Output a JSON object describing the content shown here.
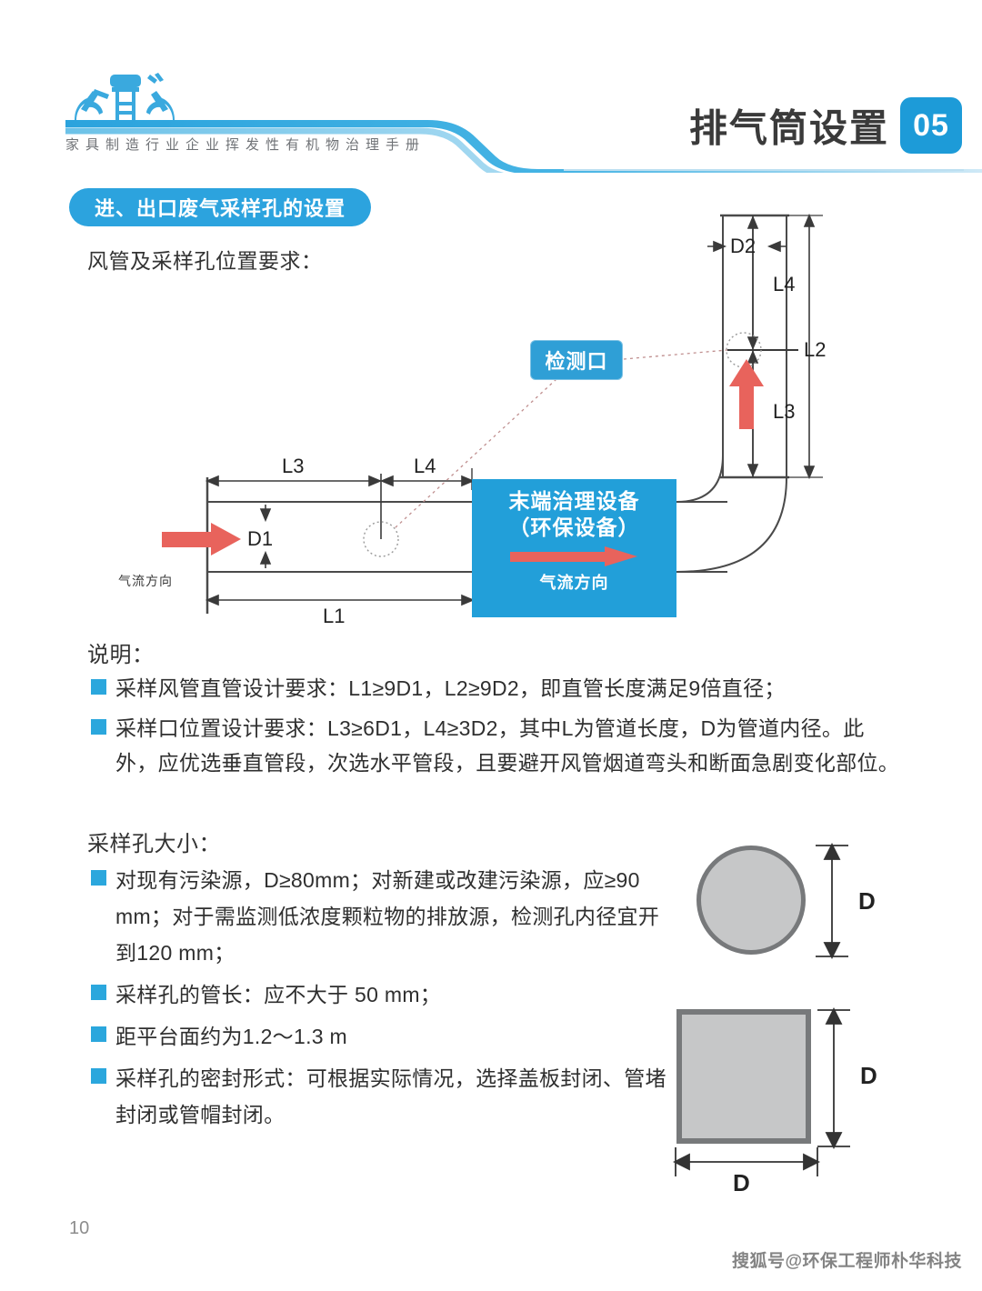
{
  "header": {
    "title": "排气筒设置",
    "badge": "05",
    "subtitle": "家具制造行业企业挥发性有机物治理手册",
    "logo_icon": "robot-arms-chair-logo",
    "accent_color": "#1d9bd8"
  },
  "section": {
    "pill_title": "进、出口废气采样孔的设置",
    "duct_heading": "风管及采样孔位置要求：",
    "note_heading": "说明：",
    "size_heading": "采样孔大小："
  },
  "diagram": {
    "callout_label": "检测口",
    "equipment_box": {
      "line1": "末端治理设备",
      "line2": "（环保设备）",
      "flow_label": "气流方向",
      "arrow_icon": "red-right-arrow",
      "color": "#229fd9"
    },
    "inlet_flow_label": "气流方向",
    "inlet_arrow_icon": "red-right-arrow",
    "vertical_flow_arrow_icon": "red-up-arrow",
    "labels": {
      "d1": "D1",
      "d2": "D2",
      "l1": "L1",
      "l2": "L2",
      "l3_horizontal": "L3",
      "l4_horizontal": "L4",
      "l3_vertical": "L3",
      "l4_vertical": "L4"
    },
    "sampling_port_icon": "dotted-circle-port"
  },
  "notes": [
    "采样风管直管设计要求：L1≥9D1，L2≥9D2，即直管长度满足9倍直径；",
    "采样口位置设计要求：L3≥6D1，L4≥3D2，其中L为管道长度，D为管道内径。此外，应优选垂直管段，次选水平管段，且要避开风管烟道弯头和断面急剧变化部位。"
  ],
  "sizes": [
    "对现有污染源，D≥80mm；对新建或改建污染源，应≥90 mm；对于需监测低浓度颗粒物的排放源，检测孔内径宜开到120 mm；",
    "采样孔的管长：应不大于 50 mm；",
    "距平台面约为1.2～1.3 m",
    "采样孔的密封形式：可根据实际情况，选择盖板封闭、管堵封闭或管帽封闭。"
  ],
  "figures": {
    "circle": {
      "shape_icon": "filled-circle",
      "dim_label": "D"
    },
    "square": {
      "shape_icon": "filled-square",
      "dim_label_vertical": "D",
      "dim_label_horizontal": "D"
    }
  },
  "footer": {
    "page_number": "10",
    "watermark": "搜狐号@环保工程师朴华科技"
  }
}
